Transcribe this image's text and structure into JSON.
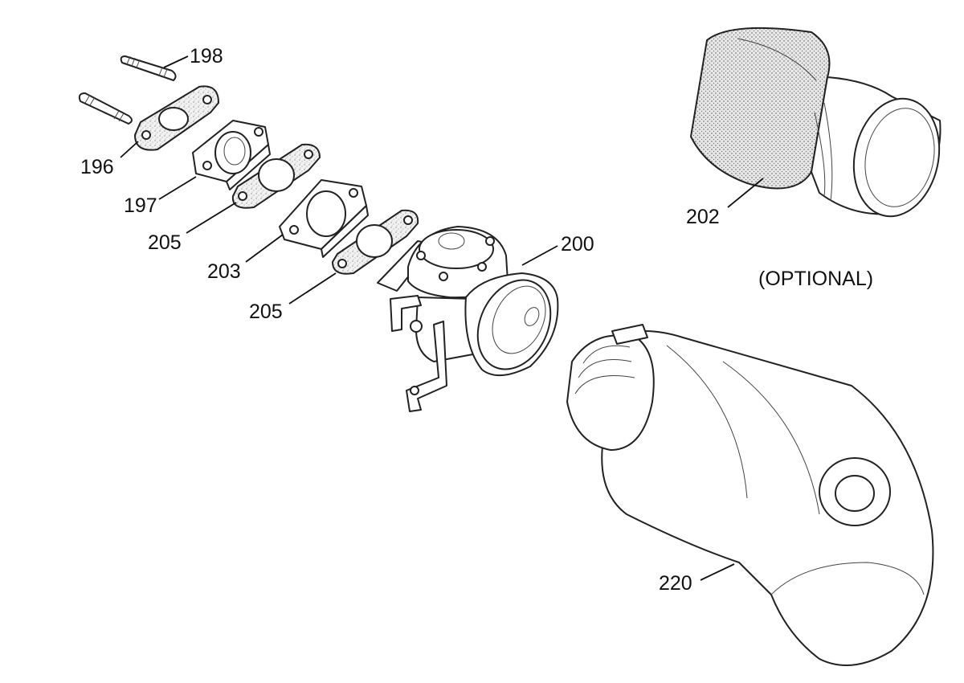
{
  "colors": {
    "line": "#111111",
    "background": "#ffffff"
  },
  "labels": {
    "p198": "198",
    "p196": "196",
    "p197": "197",
    "p205a": "205",
    "p203": "203",
    "p205b": "205",
    "p200": "200",
    "p202": "202",
    "p220": "220"
  },
  "optional_note": "(OPTIONAL)"
}
